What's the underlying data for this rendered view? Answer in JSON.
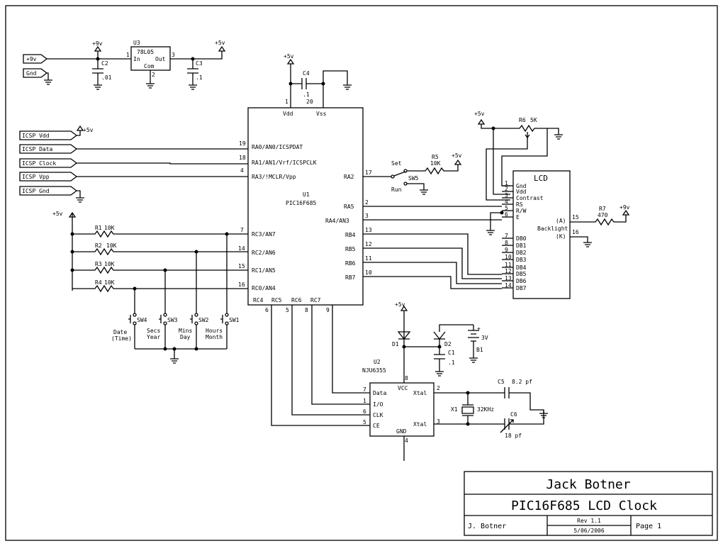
{
  "title_block": {
    "author": "Jack Botner",
    "title": "PIC16F685 LCD Clock",
    "drawn_by": "J. Botner",
    "rev": "Rev 1.1",
    "date": "5/06/2006",
    "page": "Page 1"
  },
  "power": {
    "in_9v": "+9v",
    "gnd": "Gnd",
    "rail_9v": "+9v",
    "rail_5v": "+5v",
    "u3_ref": "U3",
    "u3_part": "78L05",
    "u3_in": "In",
    "u3_out": "Out",
    "u3_com": "Com",
    "u3_pin_in": "1",
    "u3_pin_out": "3",
    "u3_pin_com": "2",
    "c2_ref": "C2",
    "c2_val": ".01",
    "c3_ref": "C3",
    "c3_val": ".1"
  },
  "mcu": {
    "ref": "U1",
    "part": "PIC16F685",
    "c4_ref": "C4",
    "c4_val": ".1",
    "vdd_label": "+5v",
    "vdd": "Vdd",
    "vss": "Vss",
    "vdd_pin": "1",
    "vss_pin": "20",
    "left_pins": [
      {
        "num": "19",
        "name": "RA0/AN0/ICSPDAT"
      },
      {
        "num": "18",
        "name": "RA1/AN1/Vrf/ICSPCLK"
      },
      {
        "num": "4",
        "name": "RA3/!MCLR/Vpp"
      },
      {
        "num": "7",
        "name": "RC3/AN7"
      },
      {
        "num": "14",
        "name": "RC2/AN6"
      },
      {
        "num": "15",
        "name": "RC1/AN5"
      },
      {
        "num": "16",
        "name": "RC0/AN4"
      }
    ],
    "right_pins": [
      {
        "num": "17",
        "name": "RA2"
      },
      {
        "num": "2",
        "name": "RA5"
      },
      {
        "num": "3",
        "name": "RA4/AN3"
      },
      {
        "num": "13",
        "name": "RB4"
      },
      {
        "num": "12",
        "name": "RB5"
      },
      {
        "num": "11",
        "name": "RB6"
      },
      {
        "num": "10",
        "name": "RB7"
      }
    ],
    "bottom_pins": [
      {
        "num": "6",
        "name": "RC4"
      },
      {
        "num": "5",
        "name": "RC5"
      },
      {
        "num": "8",
        "name": "RC6"
      },
      {
        "num": "9",
        "name": "RC7"
      }
    ]
  },
  "icsp": {
    "ports": [
      "ICSP Vdd",
      "ICSP Data",
      "ICSP Clock",
      "ICSP Vpp",
      "ICSP Gnd"
    ],
    "vdd_rail": "+5v"
  },
  "switches": {
    "rail": "+5v",
    "resistors": [
      {
        "ref": "R1",
        "val": "10K"
      },
      {
        "ref": "R2",
        "val": "10K"
      },
      {
        "ref": "R3",
        "val": "10K"
      },
      {
        "ref": "R4",
        "val": "10K"
      }
    ],
    "buttons": [
      {
        "ref": "SW4",
        "label1": "Date",
        "label2": "(Time)"
      },
      {
        "ref": "SW3",
        "label1": "Secs",
        "label2": "Year"
      },
      {
        "ref": "SW2",
        "label1": "Mins",
        "label2": "Day"
      },
      {
        "ref": "SW1",
        "label1": "Hours",
        "label2": "Month"
      }
    ]
  },
  "sw5": {
    "ref": "SW5",
    "set": "Set",
    "run": "Run",
    "r5_ref": "R5",
    "r5_val": "10K",
    "rail": "+5v"
  },
  "lcd": {
    "title": "LCD",
    "rail": "+5v",
    "r6_ref": "R6",
    "r6_val": "5K",
    "pins": [
      {
        "num": "1",
        "name": "Gnd"
      },
      {
        "num": "2",
        "name": "Vdd"
      },
      {
        "num": "3",
        "name": "Contrast"
      },
      {
        "num": "4",
        "name": "RS"
      },
      {
        "num": "5",
        "name": "R/W"
      },
      {
        "num": "6",
        "name": "E"
      },
      {
        "num": "7",
        "name": "DB0"
      },
      {
        "num": "8",
        "name": "DB1"
      },
      {
        "num": "9",
        "name": "DB2"
      },
      {
        "num": "10",
        "name": "DB3"
      },
      {
        "num": "11",
        "name": "DB4"
      },
      {
        "num": "12",
        "name": "DB5"
      },
      {
        "num": "13",
        "name": "DB6"
      },
      {
        "num": "14",
        "name": "DB7"
      }
    ],
    "backlight": "Backlight",
    "anode": "(A)",
    "cathode": "(K)",
    "anode_pin": "15",
    "cathode_pin": "16",
    "r7_ref": "R7",
    "r7_val": "470",
    "r7_rail": "+9v"
  },
  "rtc": {
    "ref": "U2",
    "part": "NJU6355",
    "rail": "+5v",
    "vcc": "VCC",
    "vcc_pin": "8",
    "gnd": "GND",
    "gnd_pin": "4",
    "pins": [
      {
        "num": "7",
        "name": "Data"
      },
      {
        "num": "1",
        "name": "I/O"
      },
      {
        "num": "6",
        "name": "CLK"
      },
      {
        "num": "5",
        "name": "CE"
      }
    ],
    "xtal1": "Xtal",
    "xtal1_pin": "2",
    "xtal2": "Xtal",
    "xtal2_pin": "3",
    "d1": "D1",
    "d2": "D2",
    "c1_ref": "C1",
    "c1_val": ".1",
    "b1_ref": "B1",
    "b1_val": "3V",
    "b1_plus": "+",
    "x1_ref": "X1",
    "x1_val": "32KHz",
    "c5_ref": "C5",
    "c5_val": "8.2 pf",
    "c6_ref": "C6",
    "c6_val": "18 pf"
  }
}
